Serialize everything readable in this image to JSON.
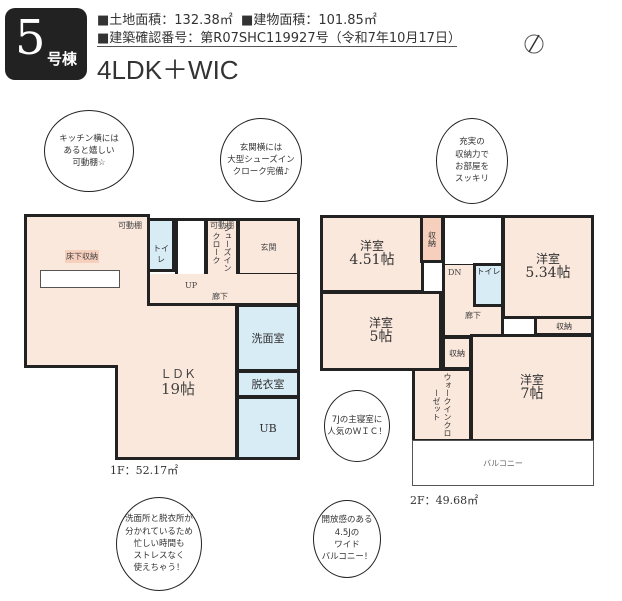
{
  "badge": {
    "number": "5",
    "suffix": "号棟"
  },
  "info": {
    "land_area": "■土地面積：132.38㎡",
    "building_area": "■建物面積：101.85㎡",
    "confirmation": "■建築確認番号：第R07SHC119927号（令和7年10月17日）"
  },
  "layout_type": "4LDK＋WIC",
  "compass_icon": "north-arrow",
  "floor1": {
    "area": "1F：52.17㎡",
    "rooms": {
      "ldk": "ＬＤＫ",
      "ldk_size": "19帖",
      "toilet": "トイレ",
      "shoes": "シューズインクローク",
      "genkan": "玄関",
      "up": "UP",
      "hall": "廊下",
      "wash": "洗面室",
      "dress": "脱衣室",
      "ub": "UB",
      "shelf1": "可動棚",
      "shelf2": "可動棚",
      "underfloor": "床下収納"
    }
  },
  "floor2": {
    "area": "2F：49.68㎡",
    "rooms": {
      "r1": "洋室",
      "r1_size": "4.51帖",
      "r2": "洋室",
      "r2_size": "5.34帖",
      "r3": "洋室",
      "r3_size": "5帖",
      "r4": "洋室",
      "r4_size": "7帖",
      "storage1": "収納",
      "storage2": "収納",
      "storage3": "収納",
      "toilet": "トイレ",
      "dn": "DN",
      "hall": "廊下",
      "wic": "ウォークインクローゼット",
      "balcony": "バルコニー"
    }
  },
  "bubbles": {
    "kitchen": "キッチン横には\nあると嬉しい\n可動棚☆",
    "entrance": "玄関横には\n大型シューズイン\nクローク完備♪",
    "storage": "充実の\n収納力で\nお部屋を\nスッキリ",
    "wic": "7Jの主寝室に\n人気のＷＩＣ！",
    "balcony": "開放感のある\n4.5Jの\nワイド\nバルコニー！",
    "wash": "洗面所と脱衣所が\n分かれているため\n忙しい時間も\nストレスなく\n使えちゃう！"
  }
}
